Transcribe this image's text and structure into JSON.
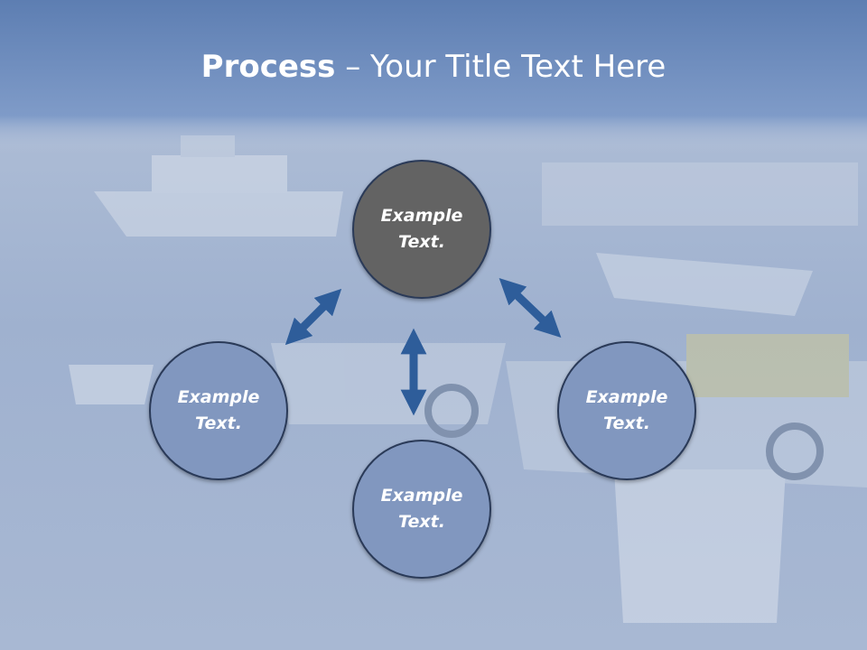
{
  "title": {
    "bold": "Process",
    "separator": " – ",
    "rest": "Your Title Text Here"
  },
  "nodes": [
    {
      "line1": "Example",
      "line2": "Text.",
      "fill": "#636363"
    },
    {
      "line1": "Example",
      "line2": "Text.",
      "fill": "#8197bf"
    },
    {
      "line1": "Example",
      "line2": "Text.",
      "fill": "#8197bf"
    },
    {
      "line1": "Example",
      "line2": "Text.",
      "fill": "#8197bf"
    }
  ],
  "colors": {
    "arrow": "#2e5d9a",
    "banner": "#6e8cbd",
    "background": "#a9b9d3"
  }
}
